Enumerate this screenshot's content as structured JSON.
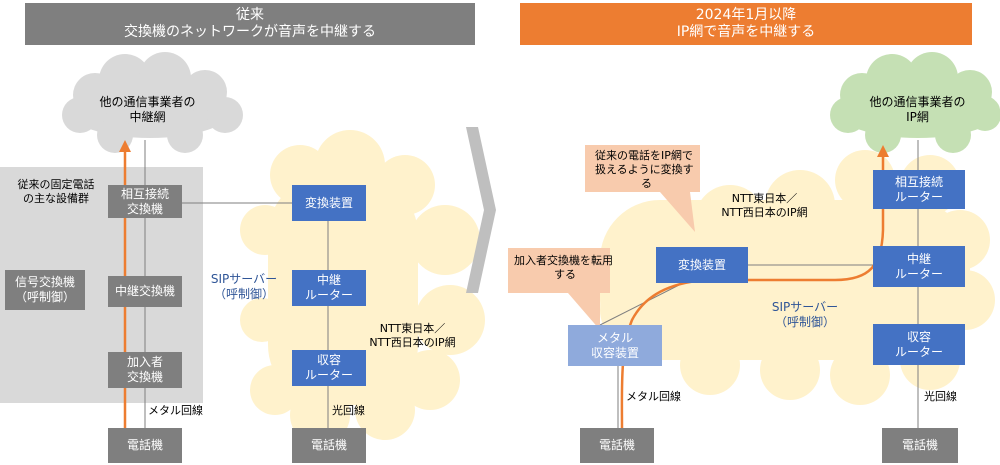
{
  "left": {
    "header": [
      "従来",
      "交換機のネットワークが音声を中継する"
    ],
    "cloud": [
      "他の通信事業者の",
      "中継網"
    ],
    "facility_label": [
      "従来の固定電話",
      "の主な設備群"
    ],
    "boxes": {
      "mutual_exchange": [
        "相互接続",
        "交換機"
      ],
      "relay_exchange": [
        "中継交換機"
      ],
      "subscriber_exchange": [
        "加入者",
        "交換機"
      ],
      "phone_left": [
        "電話機"
      ],
      "signal_exchange": [
        "信号交換機",
        "（呼制御）"
      ],
      "converter": [
        "変換装置"
      ],
      "relay_router": [
        "中継",
        "ルーター"
      ],
      "access_router": [
        "収容",
        "ルーター"
      ],
      "phone_right": [
        "電話機"
      ]
    },
    "sip_label": [
      "SIPサーバー",
      "（呼制御）"
    ],
    "ntt_label": [
      "NTT東日本／",
      "NTT西日本のIP網"
    ],
    "metal_line": "メタル回線",
    "optical_line": "光回線"
  },
  "right": {
    "header": [
      "2024年1月以降",
      "IP網で音声を中継する"
    ],
    "cloud": [
      "他の通信事業者の",
      "IP網"
    ],
    "callout_top": [
      "従来の電話をIP網で",
      "扱えるように変換す",
      "る"
    ],
    "callout_bottom": [
      "加入者交換機を転用",
      "する"
    ],
    "ntt_label": [
      "NTT東日本／",
      "NTT西日本のIP網"
    ],
    "boxes": {
      "converter": [
        "変換装置"
      ],
      "metal_access": [
        "メタル",
        "収容装置"
      ],
      "phone_left": [
        "電話機"
      ],
      "mutual_router": [
        "相互接続",
        "ルーター"
      ],
      "relay_router": [
        "中継",
        "ルーター"
      ],
      "access_router": [
        "収容",
        "ルーター"
      ],
      "phone_right": [
        "電話機"
      ]
    },
    "sip_label": [
      "SIPサーバー",
      "（呼制御）"
    ],
    "metal_line": "メタル回線",
    "optical_line": "光回線"
  },
  "colors": {
    "gray_box": "#7f7f7f",
    "blue_box": "#4472c4",
    "light_blue_box": "#8faadc",
    "orange": "#ed7d31",
    "cloud_gray": "#d9d9d9",
    "cloud_green": "#c5e0b4",
    "cloud_yellow": "#fff2cc",
    "callout": "#f8cbad",
    "facility_bg": "#d9d9d9"
  }
}
